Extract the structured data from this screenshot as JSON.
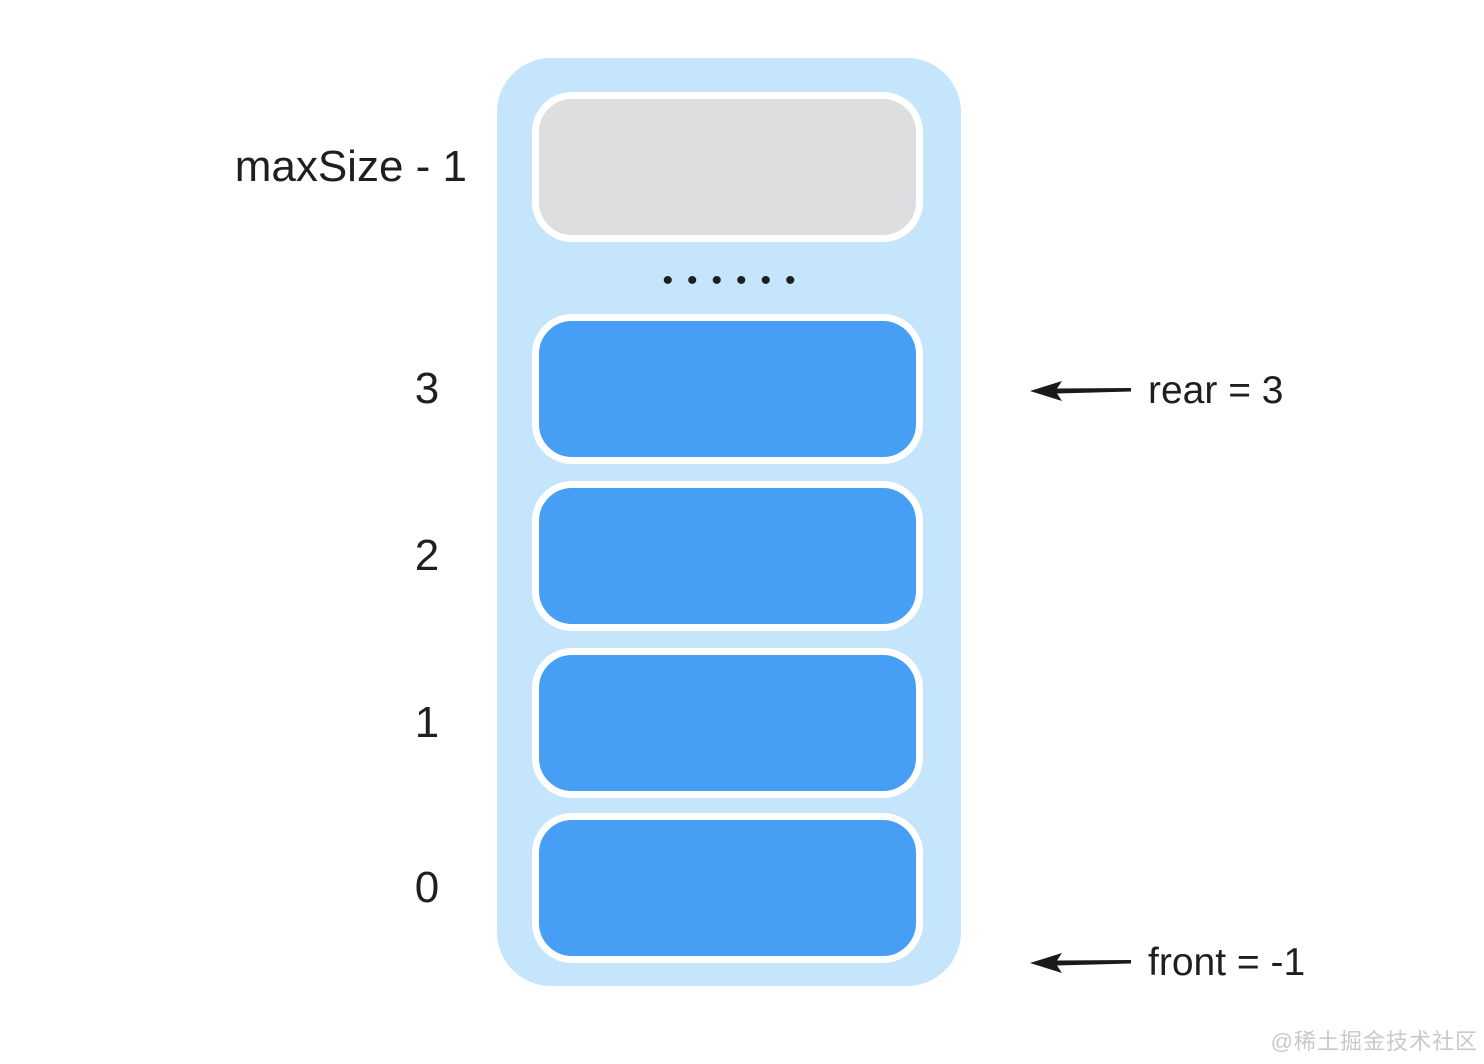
{
  "queue_diagram": {
    "labels": {
      "max_index": "maxSize - 1",
      "indices": [
        "3",
        "2",
        "1",
        "0"
      ]
    },
    "ellipsis": "••••••",
    "slots": [
      {
        "index": "maxSize - 1",
        "state": "empty"
      },
      {
        "index": "3",
        "state": "filled"
      },
      {
        "index": "2",
        "state": "filled"
      },
      {
        "index": "1",
        "state": "filled"
      },
      {
        "index": "0",
        "state": "filled"
      }
    ],
    "annotations": {
      "rear": "rear = 3",
      "front": "front = -1"
    },
    "colors": {
      "container": "#c5e5fc",
      "filled_slot": "#479ff5",
      "empty_slot": "#dcdee0",
      "slot_border": "#ffffff",
      "text": "#1f1f1f",
      "watermark": "#c9c9c9"
    },
    "watermark": "@稀土掘金技术社区"
  }
}
